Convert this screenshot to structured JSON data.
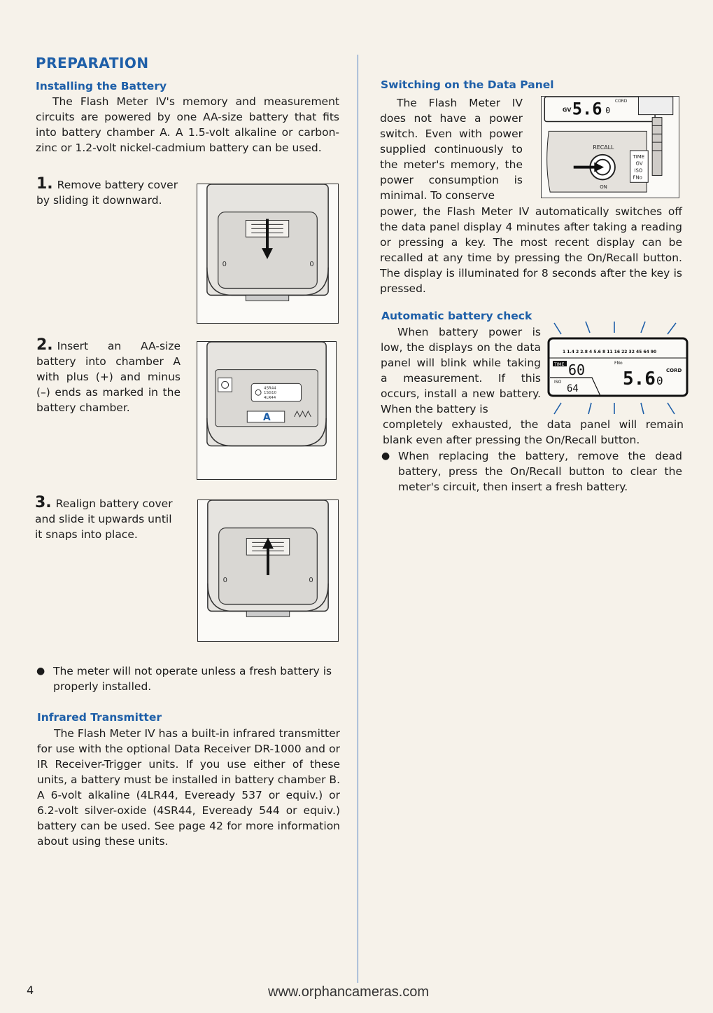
{
  "left": {
    "heading": "PREPARATION",
    "installing": {
      "title": "Installing the Battery",
      "body": "The Flash Meter IV's memory and measurement circuits are powered by one AA-size battery that fits into battery chamber A. A 1.5-volt alkaline or carbon-zinc or 1.2-volt nickel-cadmium battery can be used."
    },
    "steps": [
      {
        "num": "1.",
        "text": "Remove battery cover by sliding it downward."
      },
      {
        "num": "2.",
        "text": "Insert an AA-size battery into chamber A with plus (+) and minus (–) ends as marked in the battery chamber."
      },
      {
        "num": "3.",
        "text": "Realign battery cover and slide it upwards until it snaps into place."
      }
    ],
    "battery_labels": [
      "4SR44",
      "1SG10",
      "4LR44"
    ],
    "chamber_label": "A",
    "note": "The meter will not operate unless a fresh battery is properly installed.",
    "infrared": {
      "title": "Infrared Transmitter",
      "body": "The Flash Meter IV has a built-in infrared transmitter for use with the optional Data Receiver DR-1000 and or IR Receiver-Trigger units. If you use either of these units, a battery must be installed in battery chamber B. A 6-volt alkaline (4LR44, Eveready 537 or equiv.) or 6.2-volt silver-oxide (4SR44, Eveready 544 or equiv.) battery can be used. See page 42 for more information about using these units."
    }
  },
  "right": {
    "switching": {
      "title": "Switching on the Data Panel",
      "body_wrap": "The Flash Meter IV does not have a power switch. Even with power supplied continuously to the meter's memory, the power consumption is minimal. To conserve",
      "body_full": "power, the Flash Meter IV automatically switches off the data panel display 4 minutes after taking a reading or pressing a key. The most recent display can be recalled at any time by pressing the On/Recall button. The display is illuminated for 8 seconds after the key is pressed."
    },
    "panel_figure": {
      "gv": "GV",
      "value": "5.6",
      "small": "0",
      "cord": "CORD",
      "recall": "RECALL",
      "on": "ON",
      "labels": [
        "TIME",
        "GV",
        "ISO",
        "FNo"
      ]
    },
    "auto_check": {
      "title": "Automatic battery check",
      "body_wrap": "When battery power is low, the displays on the data panel will blink while taking a measurement. If this occurs, install a new battery. When the battery is",
      "body_full": "completely exhausted, the data panel will remain blank even after pressing the On/Recall button.",
      "bullet": "When replacing the battery, remove the dead battery, press the On/Recall button to clear the meter's circuit, then insert a fresh battery."
    },
    "lcd_figure": {
      "scale": "1  1.4  2  2.8  4  5.6  8  11  16  22  32  45 64  90",
      "time": "TIME",
      "time_val": "60",
      "iso": "ISO",
      "iso_val": "64",
      "fno": "FNo",
      "value": "5.6",
      "small": "0",
      "cord": "CORD"
    }
  },
  "footer": {
    "page_number": "4",
    "url": "www.orphancameras.com"
  }
}
